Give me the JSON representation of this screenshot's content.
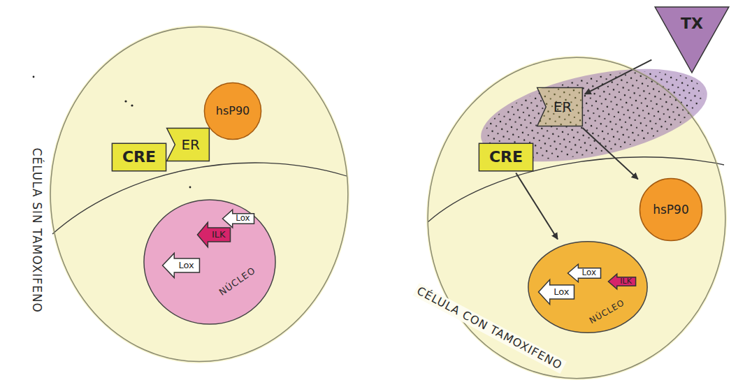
{
  "diagram": {
    "nodes": [
      {
        "text": [
          "CÉLULA SIN TAMOXIFENO"
        ]
      },
      {
        "text": [
          "CRE"
        ],
        "in": 0
      },
      {
        "text": [
          "ER"
        ],
        "in": 0
      },
      {
        "text": [
          "hsP90"
        ],
        "in": 0
      },
      {
        "text": [
          "NÚCLEO"
        ],
        "in": 0
      },
      {
        "text": [
          "Lox"
        ],
        "in": 4
      },
      {
        "text": [
          "ILK"
        ],
        "in": 4
      },
      {
        "text": [
          "Lox"
        ],
        "in": 4
      },
      {
        "text": [
          "CÉLULA CON TAMOXIFENO"
        ]
      },
      {
        "text": [
          "TX"
        ]
      },
      {
        "text": [
          "ER"
        ],
        "in": 8
      },
      {
        "text": [
          "CRE"
        ],
        "in": 8
      },
      {
        "text": [
          "hsP90"
        ],
        "in": 8
      },
      {
        "text": [
          "NÚCLEO"
        ],
        "in": 8
      },
      {
        "text": [
          "Lox"
        ],
        "in": 13
      },
      {
        "text": [
          "Lox"
        ],
        "in": 13
      },
      {
        "text": [
          "ILK"
        ],
        "in": 13
      }
    ],
    "edges": [
      {
        "from": 9,
        "to": 10,
        "arrow": "to"
      },
      {
        "from": 10,
        "to": 12,
        "arrow": "to"
      },
      {
        "from": 11,
        "to": 13,
        "arrow": "to"
      }
    ]
  }
}
